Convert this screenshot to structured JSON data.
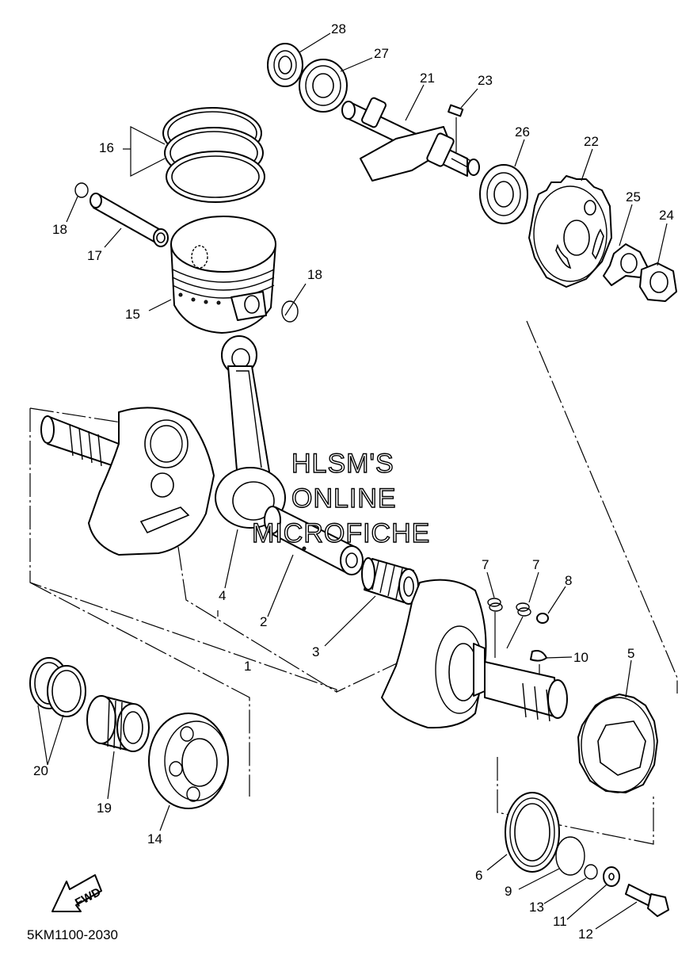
{
  "watermark": {
    "line1": "HLSM'S",
    "line2": "ONLINE",
    "line3": "MICROFICHE"
  },
  "diagram_code": "5KM1100-2030",
  "fwd_label": "FWD",
  "callouts": {
    "c1": "1",
    "c2": "2",
    "c3": "3",
    "c4": "4",
    "c5": "5",
    "c6": "6",
    "c7a": "7",
    "c7b": "7",
    "c8": "8",
    "c9": "9",
    "c10": "10",
    "c11": "11",
    "c12": "12",
    "c13": "13",
    "c14": "14",
    "c15": "15",
    "c16": "16",
    "c17": "17",
    "c18a": "18",
    "c18b": "18",
    "c19": "19",
    "c20": "20",
    "c21": "21",
    "c22": "22",
    "c23": "23",
    "c24": "24",
    "c25": "25",
    "c26": "26",
    "c27": "27",
    "c28": "28"
  }
}
